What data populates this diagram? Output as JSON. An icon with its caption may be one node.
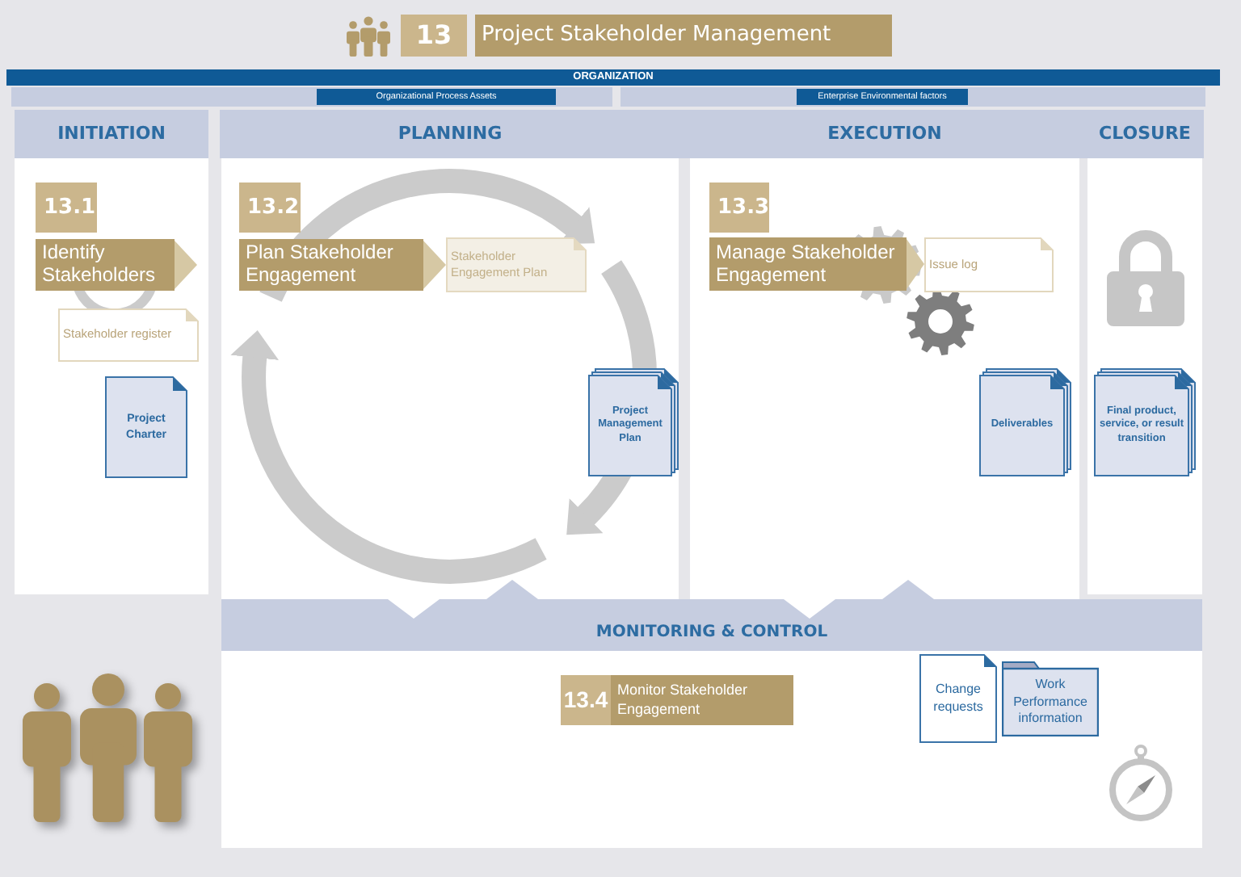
{
  "diagram": {
    "nodes": [
      {
        "text": [
          "13"
        ]
      },
      {
        "text": [
          "Project Stakeholder Management"
        ]
      },
      {
        "text": [
          "ORGANIZATION"
        ]
      },
      {
        "text": [],
        "shape": "bar"
      },
      {
        "text": [
          "Organizational Process Assets"
        ],
        "in": 3
      },
      {
        "text": [],
        "shape": "bar"
      },
      {
        "text": [
          "Enterprise Environmental factors"
        ],
        "in": 5
      },
      {
        "text": [
          "INITIATION"
        ]
      },
      {
        "text": [
          "13.1"
        ],
        "in": 7
      },
      {
        "text": [
          "Identify Stakeholders"
        ],
        "in": 7
      },
      {
        "text": [
          "Stakeholder register"
        ],
        "in": 7
      },
      {
        "text": [
          "Project Charter"
        ],
        "in": 7
      },
      {
        "text": [
          "PLANNING"
        ]
      },
      {
        "text": [
          "13.2"
        ],
        "in": 12
      },
      {
        "text": [
          "Plan Stakeholder Engagement"
        ],
        "in": 12
      },
      {
        "text": [
          "Stakeholder Engagement Plan"
        ],
        "in": 12
      },
      {
        "text": [
          "Project Management Plan"
        ],
        "in": 12
      },
      {
        "text": [
          "EXECUTION"
        ]
      },
      {
        "text": [
          "13.3"
        ],
        "in": 17
      },
      {
        "text": [
          "Manage Stakeholder Engagement"
        ],
        "in": 17
      },
      {
        "text": [
          "Issue log"
        ],
        "in": 17
      },
      {
        "text": [
          "Deliverables"
        ],
        "in": 17
      },
      {
        "text": [
          "CLOSURE"
        ]
      },
      {
        "text": [
          "Final product, service, or result transition"
        ],
        "in": 22
      },
      {
        "text": [
          "MONITORING & CONTROL"
        ]
      },
      {
        "text": [
          "13.4",
          "Monitor Stakeholder Engagement"
        ],
        "in": 24
      },
      {
        "text": [
          "Change requests"
        ],
        "in": 24
      },
      {
        "text": [
          "Work Performance information"
        ],
        "in": 24
      }
    ],
    "edges": [
      {
        "from": 9,
        "to": null,
        "arrow": "to"
      },
      {
        "from": 14,
        "to": 15,
        "arrow": "to"
      },
      {
        "from": 19,
        "to": 20,
        "arrow": "to"
      }
    ]
  }
}
